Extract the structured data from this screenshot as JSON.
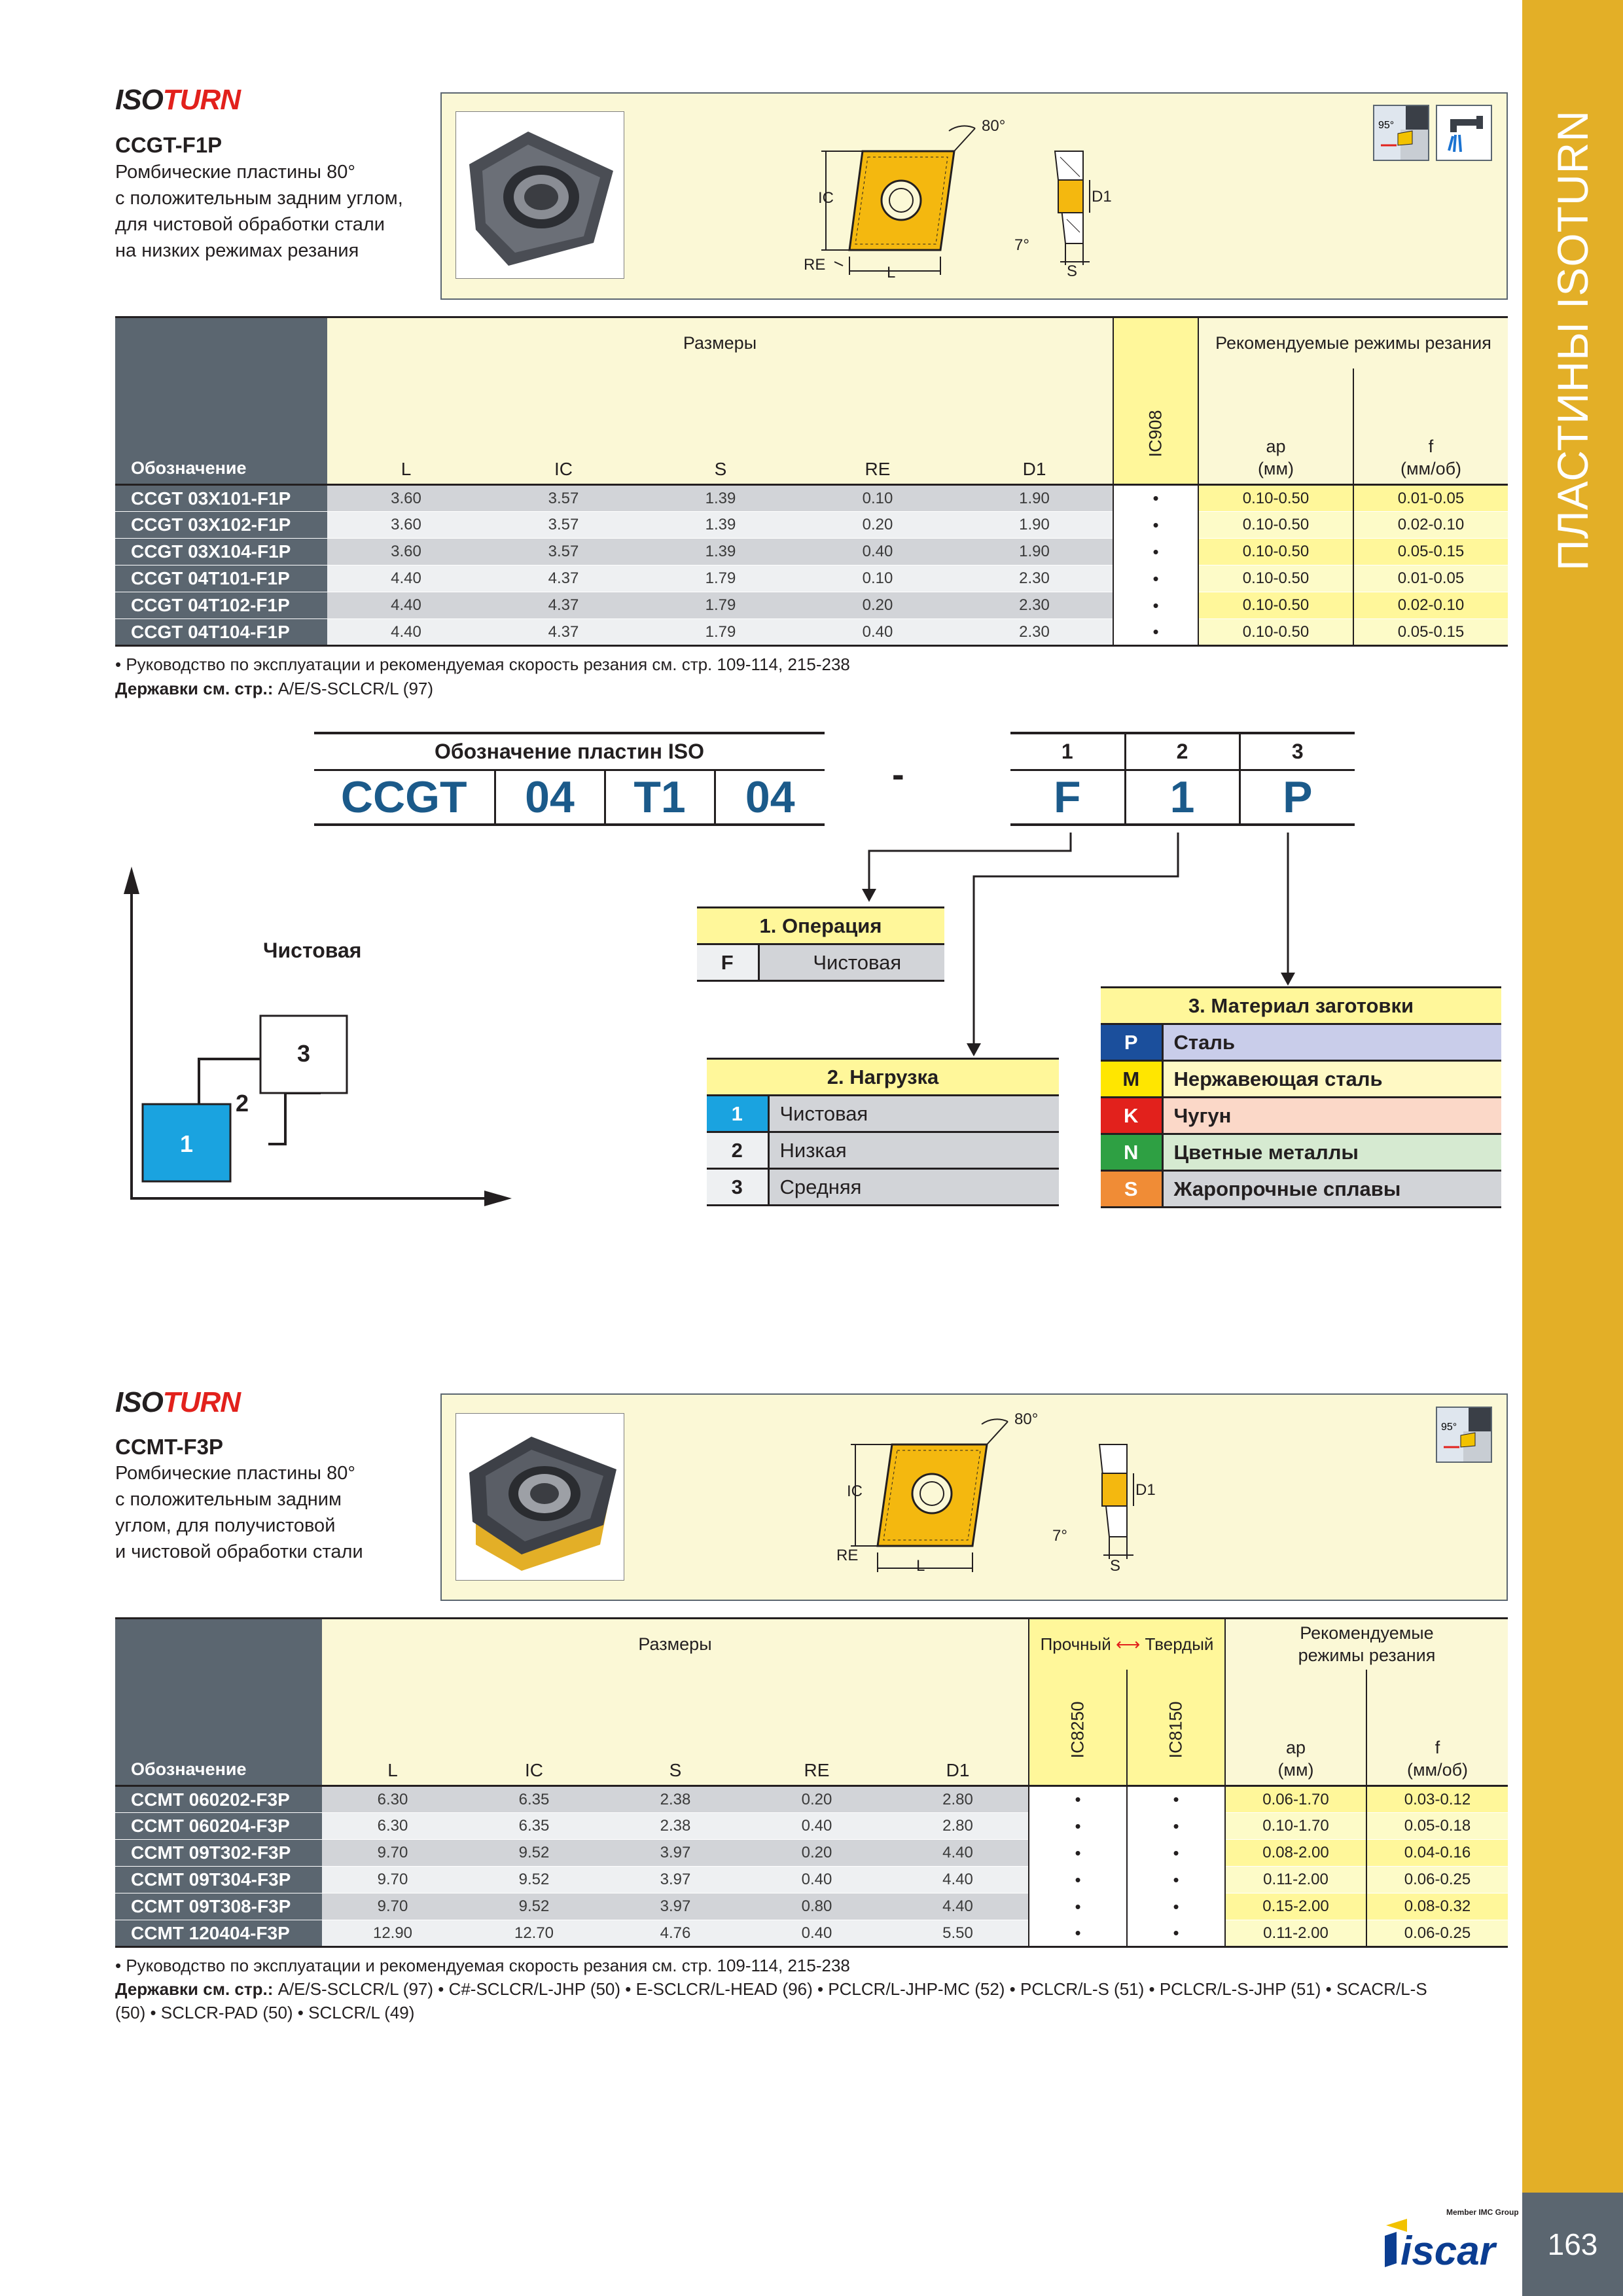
{
  "side_title": "ПЛАСТИНЫ ISOTURN",
  "page_number": "163",
  "brand": {
    "member": "Member IMC Group",
    "name": "iscar"
  },
  "sections": [
    {
      "logo_a": "ISO",
      "logo_b": "TURN",
      "title": "CCGT-F1P",
      "description": [
        "Ромбические пластины 80°",
        "с положительным задним углом,",
        "для чистовой обработки стали",
        "на низких режимах резания"
      ],
      "drawing": {
        "angle": "80°",
        "ic": "IC",
        "re": "RE",
        "l": "L",
        "d1": "D1",
        "s": "S",
        "relief": "7°"
      },
      "icon_angle": "95°",
      "table": {
        "name_header": "Обозначение",
        "dims_header": "Размеры",
        "dim_cols": [
          "L",
          "IC",
          "S",
          "RE",
          "D1"
        ],
        "grades": [
          "IC908"
        ],
        "rec_header": "Рекомендуемые режимы резания",
        "rec_cols": [
          [
            "ap",
            "(мм)"
          ],
          [
            "f",
            "(мм/об)"
          ]
        ],
        "rows": [
          {
            "name": "CCGT 03X101-F1P",
            "dims": [
              "3.60",
              "3.57",
              "1.39",
              "0.10",
              "1.90"
            ],
            "grades": [
              "•"
            ],
            "rec": [
              "0.10-0.50",
              "0.01-0.05"
            ]
          },
          {
            "name": "CCGT 03X102-F1P",
            "dims": [
              "3.60",
              "3.57",
              "1.39",
              "0.20",
              "1.90"
            ],
            "grades": [
              "•"
            ],
            "rec": [
              "0.10-0.50",
              "0.02-0.10"
            ]
          },
          {
            "name": "CCGT 03X104-F1P",
            "dims": [
              "3.60",
              "3.57",
              "1.39",
              "0.40",
              "1.90"
            ],
            "grades": [
              "•"
            ],
            "rec": [
              "0.10-0.50",
              "0.05-0.15"
            ]
          },
          {
            "name": "CCGT 04T101-F1P",
            "dims": [
              "4.40",
              "4.37",
              "1.79",
              "0.10",
              "2.30"
            ],
            "grades": [
              "•"
            ],
            "rec": [
              "0.10-0.50",
              "0.01-0.05"
            ]
          },
          {
            "name": "CCGT 04T102-F1P",
            "dims": [
              "4.40",
              "4.37",
              "1.79",
              "0.20",
              "2.30"
            ],
            "grades": [
              "•"
            ],
            "rec": [
              "0.10-0.50",
              "0.02-0.10"
            ]
          },
          {
            "name": "CCGT 04T104-F1P",
            "dims": [
              "4.40",
              "4.37",
              "1.79",
              "0.40",
              "2.30"
            ],
            "grades": [
              "•"
            ],
            "rec": [
              "0.10-0.50",
              "0.05-0.15"
            ]
          }
        ]
      },
      "note1": "• Руководство по эксплуатации и рекомендуемая скорость резания см. стр. 109-114, 215-238",
      "note2_label": "Державки см. стр.:",
      "note2_text": " A/E/S-SCLCR/L (97)"
    },
    {
      "logo_a": "ISO",
      "logo_b": "TURN",
      "title": "CCMT-F3P",
      "description": [
        "Ромбические пластины 80°",
        "с положительным задним",
        "углом, для получистовой",
        "и чистовой обработки стали"
      ],
      "drawing": {
        "angle": "80°",
        "ic": "IC",
        "re": "RE",
        "l": "L",
        "d1": "D1",
        "s": "S",
        "relief": "7°"
      },
      "icon_angle": "95°",
      "table": {
        "name_header": "Обозначение",
        "dims_header": "Размеры",
        "dim_cols": [
          "L",
          "IC",
          "S",
          "RE",
          "D1"
        ],
        "grades": [
          "IC8250",
          "IC8150"
        ],
        "grade_left": "Прочный",
        "grade_right": "Твердый",
        "rec_header_1": "Рекомендуемые",
        "rec_header_2": "режимы резания",
        "rec_cols": [
          [
            "ap",
            "(мм)"
          ],
          [
            "f",
            "(мм/об)"
          ]
        ],
        "rows": [
          {
            "name": "CCMT 060202-F3P",
            "dims": [
              "6.30",
              "6.35",
              "2.38",
              "0.20",
              "2.80"
            ],
            "grades": [
              "•",
              "•"
            ],
            "rec": [
              "0.06-1.70",
              "0.03-0.12"
            ]
          },
          {
            "name": "CCMT 060204-F3P",
            "dims": [
              "6.30",
              "6.35",
              "2.38",
              "0.40",
              "2.80"
            ],
            "grades": [
              "•",
              "•"
            ],
            "rec": [
              "0.10-1.70",
              "0.05-0.18"
            ]
          },
          {
            "name": "CCMT 09T302-F3P",
            "dims": [
              "9.70",
              "9.52",
              "3.97",
              "0.20",
              "4.40"
            ],
            "grades": [
              "•",
              "•"
            ],
            "rec": [
              "0.08-2.00",
              "0.04-0.16"
            ]
          },
          {
            "name": "CCMT 09T304-F3P",
            "dims": [
              "9.70",
              "9.52",
              "3.97",
              "0.40",
              "4.40"
            ],
            "grades": [
              "•",
              "•"
            ],
            "rec": [
              "0.11-2.00",
              "0.06-0.25"
            ]
          },
          {
            "name": "CCMT 09T308-F3P",
            "dims": [
              "9.70",
              "9.52",
              "3.97",
              "0.80",
              "4.40"
            ],
            "grades": [
              "•",
              "•"
            ],
            "rec": [
              "0.15-2.00",
              "0.08-0.32"
            ]
          },
          {
            "name": "CCMT 120404-F3P",
            "dims": [
              "12.90",
              "12.70",
              "4.76",
              "0.40",
              "5.50"
            ],
            "grades": [
              "•",
              "•"
            ],
            "rec": [
              "0.11-2.00",
              "0.06-0.25"
            ]
          }
        ]
      },
      "note1": "• Руководство по эксплуатации и рекомендуемая скорость резания см. стр. 109-114, 215-238",
      "note2_label": "Державки см. стр.:",
      "note2_text": " A/E/S-SCLCR/L (97) • C#-SCLCR/L-JHP (50) • E-SCLCR/L-HEAD (96) • PCLCR/L-JHP-MC (52) • PCLCR/L-S (51) • PCLCR/L-S-JHP (51) • SCACR/L-S",
      "note3_text": "(50) • SCLCR-PAD (50) • SCLCR/L (49)"
    }
  ],
  "iso": {
    "caption": "Обозначение пластин ISO",
    "codes": [
      "CCGT",
      "04",
      "T1",
      "04"
    ],
    "dash": "-",
    "suffix_numbers": [
      "1",
      "2",
      "3"
    ],
    "suffix_codes": [
      "F",
      "1",
      "P"
    ]
  },
  "graph": {
    "label": "Чистовая",
    "boxes": [
      "1",
      "2",
      "3"
    ]
  },
  "operation": {
    "caption": "1. Операция",
    "rows": [
      {
        "k": "F",
        "v": "Чистовая"
      }
    ]
  },
  "load": {
    "caption": "2. Нагрузка",
    "rows": [
      {
        "k": "1",
        "v": "Чистовая"
      },
      {
        "k": "2",
        "v": "Низкая"
      },
      {
        "k": "3",
        "v": "Средняя"
      }
    ]
  },
  "material": {
    "caption": "3. Материал заготовки",
    "rows": [
      {
        "k": "P",
        "v": "Сталь",
        "kc": "#1b4f9c",
        "vc": "#c9cdea"
      },
      {
        "k": "M",
        "v": "Нержавеющая сталь",
        "kc": "#ffe600",
        "vc": "#fff9c4"
      },
      {
        "k": "K",
        "v": "Чугун",
        "kc": "#e2211c",
        "vc": "#fbd8c8"
      },
      {
        "k": "N",
        "v": "Цветные металлы",
        "kc": "#2ea043",
        "vc": "#d6ead1"
      },
      {
        "k": "S",
        "v": "Жаропрочные сплавы",
        "kc": "#f08c36",
        "vc": "#d2d4d8"
      }
    ]
  },
  "colors": {
    "accent": "#e3af27",
    "header_dark": "#5b6670",
    "code_blue": "#1b5a8a",
    "yellow": "#fff79a",
    "cream": "#fbf8d6",
    "box_blue": "#1aa3e0"
  }
}
